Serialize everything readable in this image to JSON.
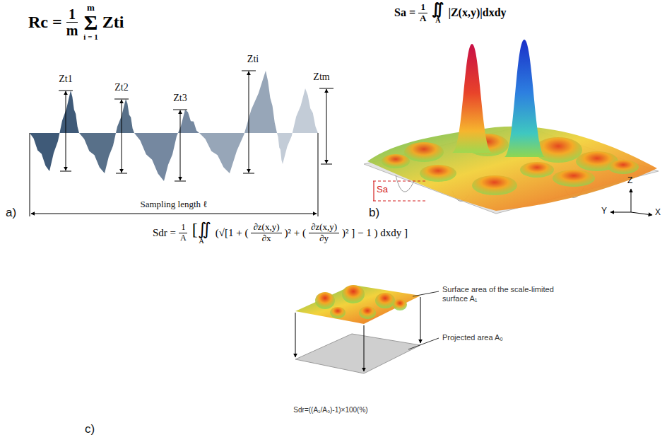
{
  "diagram": {
    "labels": [
      "Rc =",
      "1",
      "m",
      "m",
      "Σ",
      "i = 1",
      "Zti",
      "Zt1",
      "Zt2",
      "Zt3",
      "Zti",
      "Ztm",
      "Sampling length ℓ",
      "a)",
      "Sa =",
      "1",
      "A",
      "∬",
      "A",
      "|Z(x,y)|dxdy",
      "Sa",
      "Y",
      "Z",
      "X",
      "b)",
      "Sdr =",
      "1",
      "A",
      "[∬",
      "A",
      "(√[1 + (",
      "∂z(x,y)",
      "∂x",
      ")² + (",
      "∂z(x,y)",
      "∂y",
      ")² ] − 1 ) dxdy ]",
      "Surface area of the scale-limited surface A₁",
      "Projected area A₀",
      "Sdr=((A₁/A₀)-1)×100(%)",
      "c)"
    ]
  }
}
